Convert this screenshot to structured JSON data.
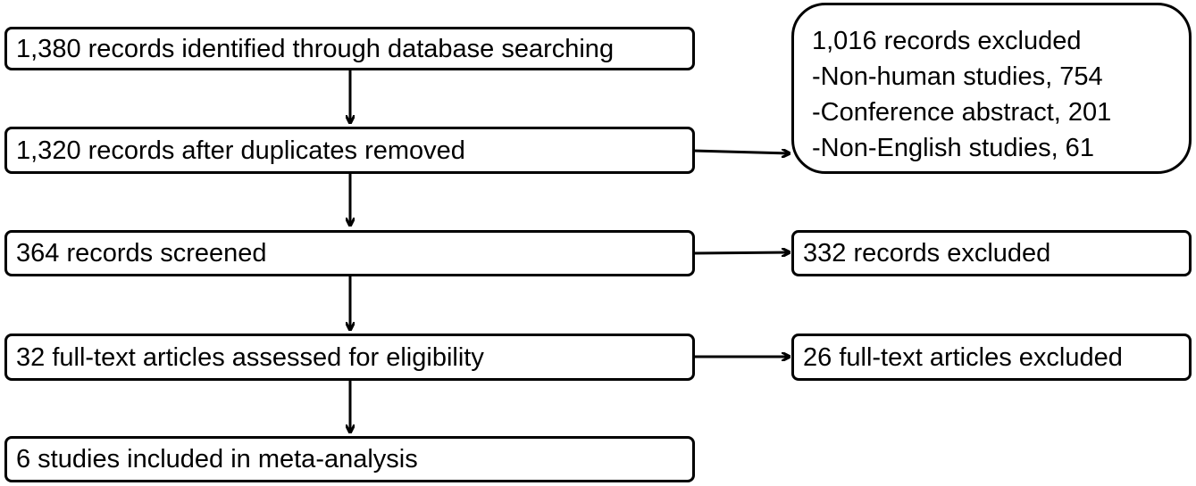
{
  "flowchart": {
    "steps": [
      {
        "id": "identified",
        "text": "1,380 records identified through database searching"
      },
      {
        "id": "deduplicated",
        "text": "1,320 records after duplicates removed"
      },
      {
        "id": "screened",
        "text": "364 records screened"
      },
      {
        "id": "fulltext",
        "text": "32 full-text articles assessed for eligibility"
      },
      {
        "id": "included",
        "text": "6 studies included in meta-analysis"
      }
    ],
    "exclusions": [
      {
        "id": "excluded-initial",
        "lines": [
          "1,016 records excluded",
          "-Non-human studies, 754",
          "-Conference abstract, 201",
          "-Non-English studies, 61"
        ]
      },
      {
        "id": "excluded-screening",
        "lines": [
          "332 records excluded"
        ]
      },
      {
        "id": "excluded-fulltext",
        "lines": [
          "26 full-text articles excluded"
        ]
      }
    ]
  },
  "colors": {
    "stroke": "#000000",
    "fill": "#ffffff",
    "text": "#000000"
  }
}
